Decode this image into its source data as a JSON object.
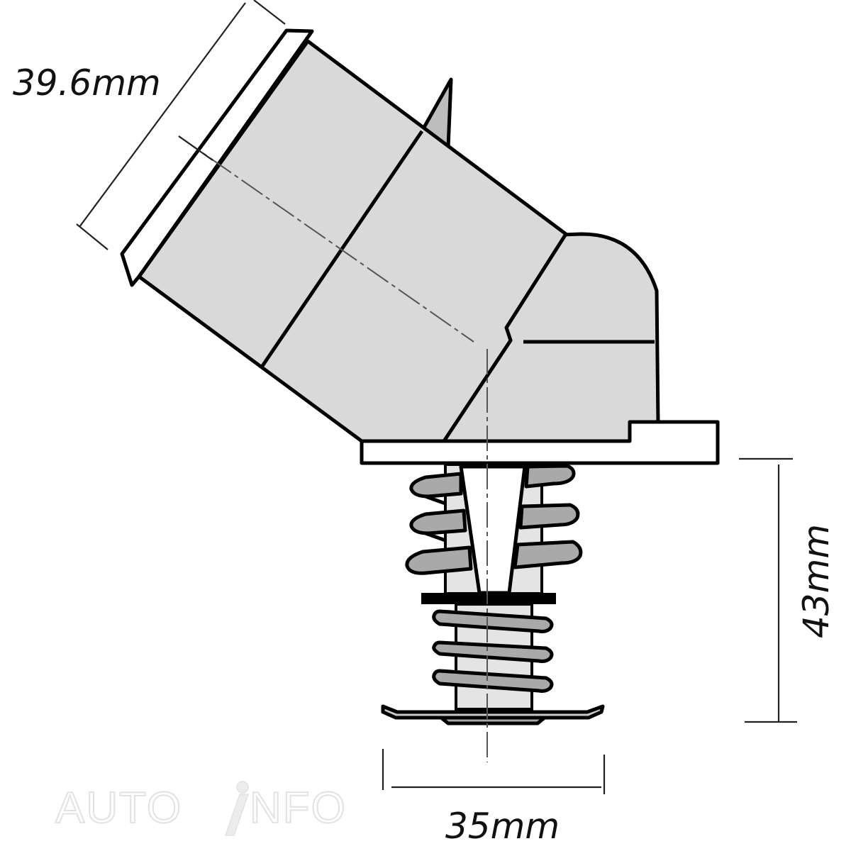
{
  "diagram": {
    "subject": "Angled thermostat with housing, spring and valve",
    "dimensions": {
      "inlet_diameter": "39.6mm",
      "height": "43mm",
      "width": "35mm"
    },
    "watermark": {
      "text_left": "AUTO",
      "text_right": "NFO"
    },
    "colors": {
      "body_fill": "#d9d9d9",
      "spring_fill": "#a9a9a9",
      "outline": "#000000",
      "background": "#ffffff"
    }
  }
}
